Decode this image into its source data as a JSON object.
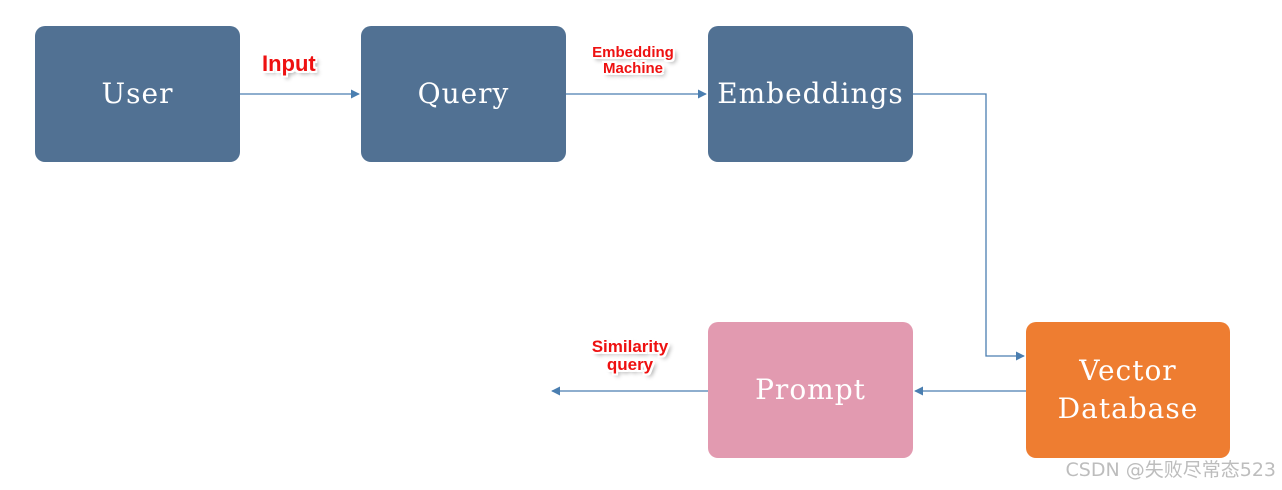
{
  "nodes": {
    "user": "User",
    "query": "Query",
    "embeddings": "Embeddings",
    "prompt": "Prompt",
    "vector_database": "Vector\nDatabase"
  },
  "edge_labels": {
    "input": "Input",
    "embedding_machine": "Embedding\nMachine",
    "similarity_query": "Similarity\nquery"
  },
  "watermark": "CSDN @失败尽常态523",
  "colors": {
    "blue_box": "#517193",
    "pink_box": "#e29ab0",
    "orange_box": "#ee7d31",
    "connector": "#4a7eb0",
    "label_red": "#ee1111"
  }
}
